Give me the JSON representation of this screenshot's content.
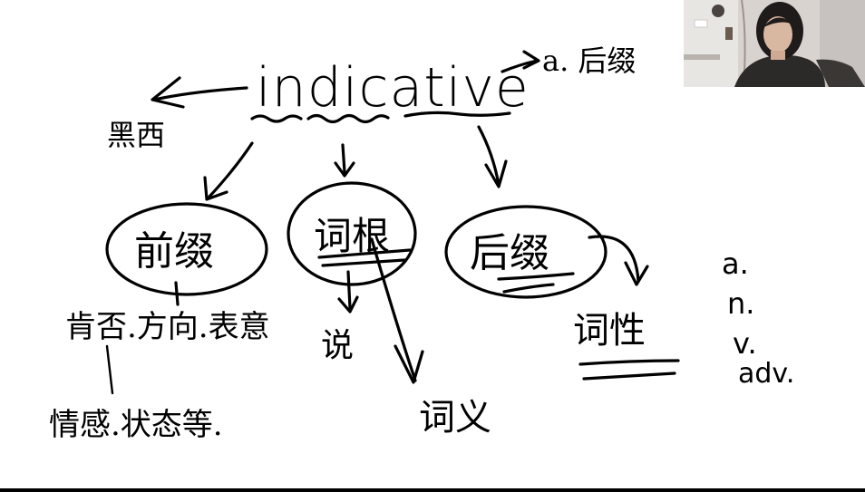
{
  "whiteboard": {
    "word": "indicative",
    "word_suffix_label": "a. 后缀",
    "top_left_label": "黑西",
    "nodes": {
      "prefix": "前缀",
      "root": "词根",
      "suffix": "后缀"
    },
    "prefix_meaning_line1": "肯否.方向.表意",
    "prefix_meaning_line2": "情感.状态等.",
    "root_branch_left": "说",
    "root_branch_right": "词义",
    "suffix_branch": "词性",
    "pos_list": [
      "a.",
      "n.",
      "v.",
      "adv."
    ]
  },
  "colors": {
    "ink": "#000000",
    "board": "#ffffff",
    "frame": "#000000"
  },
  "icons": {
    "webcam": "webcam-video-feed"
  }
}
